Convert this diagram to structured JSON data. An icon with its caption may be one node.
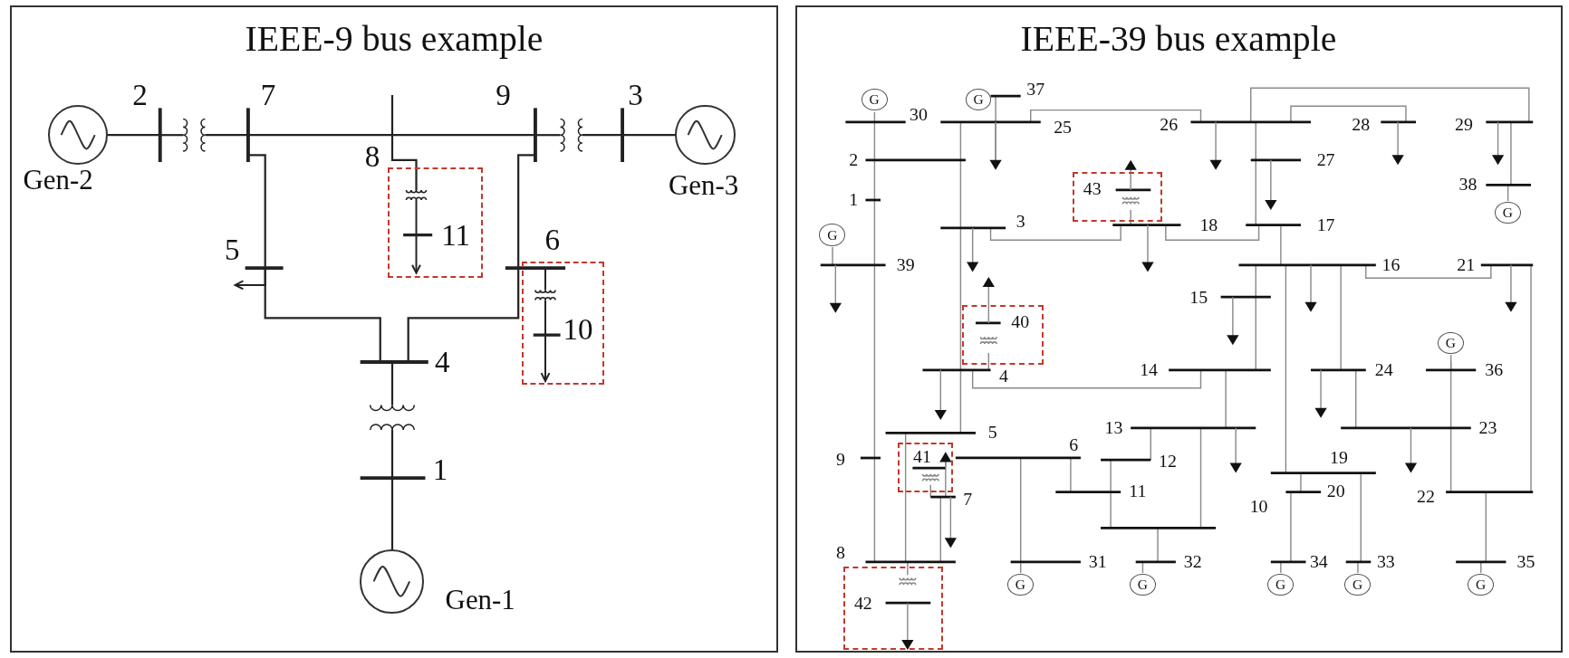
{
  "diagram": {
    "nodes": [
      {
        "text": [
          "IEEE-9 bus example"
        ]
      },
      {
        "text": [],
        "shape": "circle",
        "in": 0,
        "beside": [
          "Gen-2"
        ]
      },
      {
        "text": [],
        "shape": "circle",
        "in": 0,
        "beside": [
          "Gen-3"
        ]
      },
      {
        "text": [
          "11"
        ],
        "in": 0
      },
      {
        "text": [
          "10"
        ],
        "in": 0
      },
      {
        "text": [],
        "shape": "circle",
        "in": 0,
        "beside": [
          "Gen-1"
        ]
      },
      {
        "text": [
          "IEEE-39 bus example"
        ]
      },
      {
        "text": [
          "G"
        ],
        "in": 6
      },
      {
        "text": [
          "G"
        ],
        "in": 6
      },
      {
        "text": [
          "43"
        ],
        "in": 6
      },
      {
        "text": [
          "G"
        ],
        "in": 6
      },
      {
        "text": [
          "G"
        ],
        "in": 6
      },
      {
        "text": [
          "40"
        ],
        "in": 6
      },
      {
        "text": [
          "G"
        ],
        "in": 6
      },
      {
        "text": [
          "41"
        ],
        "in": 6
      },
      {
        "text": [
          "42"
        ],
        "in": 6
      },
      {
        "text": [
          "G"
        ],
        "in": 6
      },
      {
        "text": [
          "G"
        ],
        "in": 6
      },
      {
        "text": [
          "G"
        ],
        "in": 6
      },
      {
        "text": [
          "G"
        ],
        "in": 6
      },
      {
        "text": [
          "G"
        ],
        "in": 6
      }
    ],
    "labels": [
      "2",
      "7",
      "9",
      "3",
      "8",
      "5",
      "6",
      "4",
      "1",
      "30",
      "37",
      "25",
      "26",
      "28",
      "29",
      "2",
      "27",
      "38",
      "1",
      "3",
      "18",
      "17",
      "39",
      "16",
      "21",
      "15",
      "4",
      "14",
      "24",
      "36",
      "5",
      "13",
      "23",
      "6",
      "9",
      "12",
      "19",
      "7",
      "11",
      "20",
      "10",
      "22",
      "8",
      "31",
      "32",
      "34",
      "33",
      "35"
    ]
  }
}
